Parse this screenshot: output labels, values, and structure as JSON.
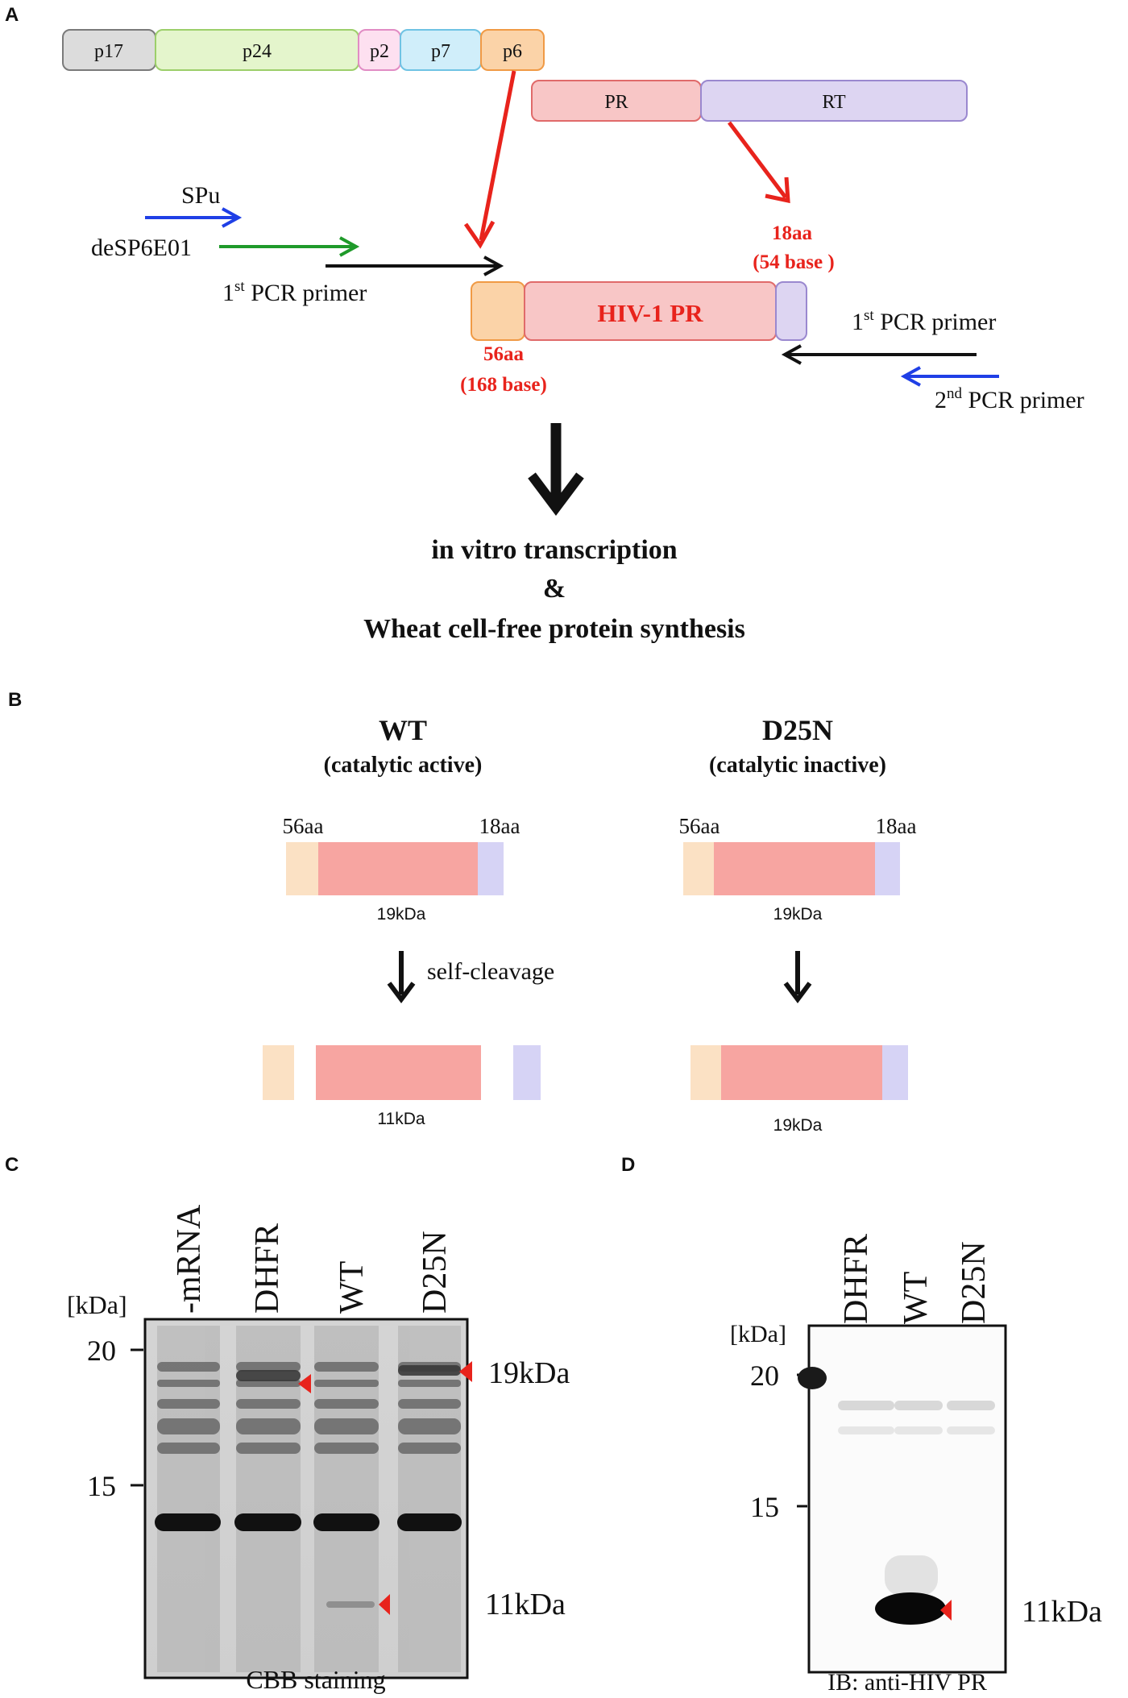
{
  "panels": {
    "a": "A",
    "b": "B",
    "c": "C",
    "d": "D"
  },
  "panel_a": {
    "gag_segments": [
      "p17",
      "p24",
      "p2",
      "p7",
      "p6"
    ],
    "pol_segments": [
      "PR",
      "RT"
    ],
    "primers": {
      "spu": "SPu",
      "desp": "deSP6E01",
      "first_left_base": "1",
      "first_left_sup": "st",
      "first_left_rest": " PCR primer",
      "first_right_base": "1",
      "first_right_sup": "st",
      "first_right_rest": " PCR primer",
      "second_right_base": "2",
      "second_right_sup": "nd",
      "second_right_rest": " PCR primer"
    },
    "construct_label": "HIV-1 PR",
    "n_term": {
      "aa": "56aa",
      "base": "(168 base)"
    },
    "c_term": {
      "aa": "18aa",
      "base": "(54 base )"
    },
    "steps": [
      "in vitro transcription",
      "&",
      "Wheat cell-free protein synthesis"
    ]
  },
  "panel_b": {
    "wt": {
      "title": "WT",
      "subtitle": "(catalytic active)",
      "left_aa": "56aa",
      "right_aa": "18aa",
      "full_size": "19kDa",
      "arrow_label": "self-cleavage",
      "product_size": "11kDa"
    },
    "d25n": {
      "title": "D25N",
      "subtitle": "(catalytic inactive)",
      "left_aa": "56aa",
      "right_aa": "18aa",
      "full_size": "19kDa",
      "product_size": "19kDa"
    }
  },
  "panel_c": {
    "unit": "[kDa]",
    "lanes": [
      "-mRNA",
      "DHFR",
      "WT",
      "D25N"
    ],
    "markers": [
      "20",
      "15"
    ],
    "band_labels": [
      "19kDa",
      "11kDa"
    ],
    "caption": "CBB staining"
  },
  "panel_d": {
    "unit": "[kDa]",
    "lanes": [
      "DHFR",
      "WT",
      "D25N"
    ],
    "markers": [
      "20",
      "15"
    ],
    "band_label": "11kDa",
    "caption": "IB: anti-HIV PR"
  },
  "colors": {
    "arrow_red": "#e8231c",
    "arrow_blue": "#1f3fe6",
    "arrow_green": "#1f9a2a",
    "p6_orange": "#fbd3a8",
    "pr_red": "#f8b8b8",
    "rt_purple": "#d6cff0"
  }
}
